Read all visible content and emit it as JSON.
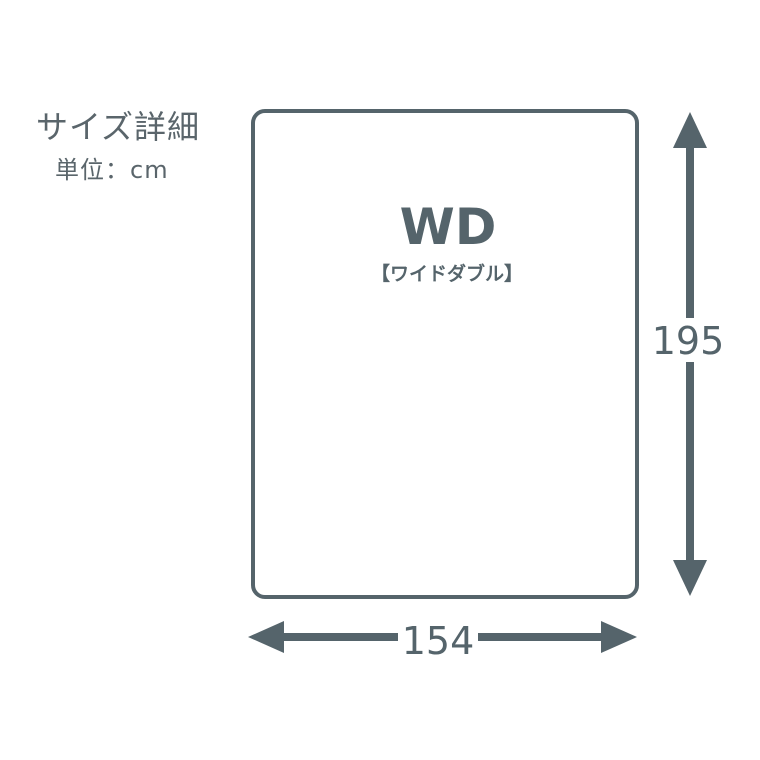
{
  "heading": {
    "title": "サイズ詳細",
    "unit": "単位：cm"
  },
  "mattress": {
    "code": "WD",
    "name": "【ワイドダブル】"
  },
  "dimensions": {
    "length": "195",
    "width": "154"
  },
  "colors": {
    "line": "#55646b",
    "text": "#55646b",
    "background": "#ffffff"
  }
}
